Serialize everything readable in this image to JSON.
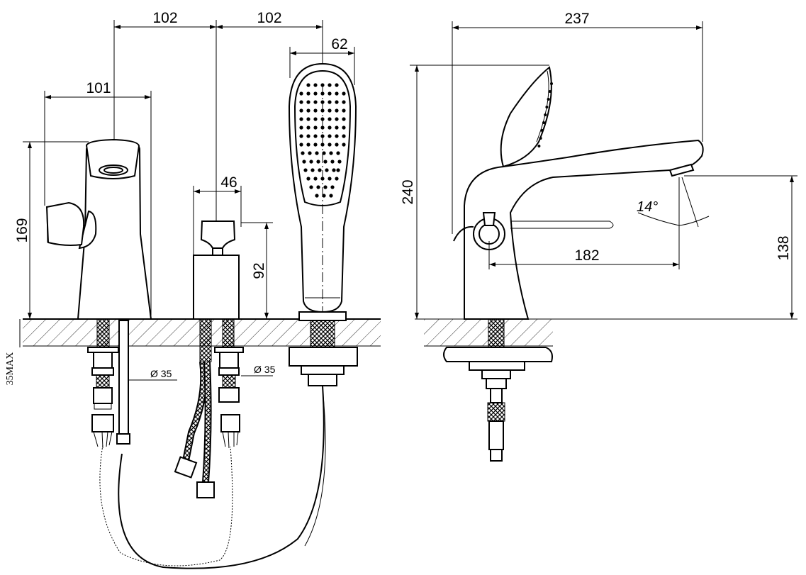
{
  "dimensions": {
    "mixer_to_diverter": "102",
    "diverter_to_shower": "102",
    "shower_head_width": "62",
    "mixer_handle_width": "101",
    "diverter_width": "46",
    "mixer_height": "169",
    "diverter_height": "92",
    "mixer_hole_diameter": "Ø 35",
    "diverter_hole_diameter": "Ø 35",
    "max_deck_thickness": "35MAX",
    "side_length": "237",
    "side_height": "240",
    "spout_angle": "14°",
    "spout_reach": "182",
    "spout_height": "138"
  }
}
